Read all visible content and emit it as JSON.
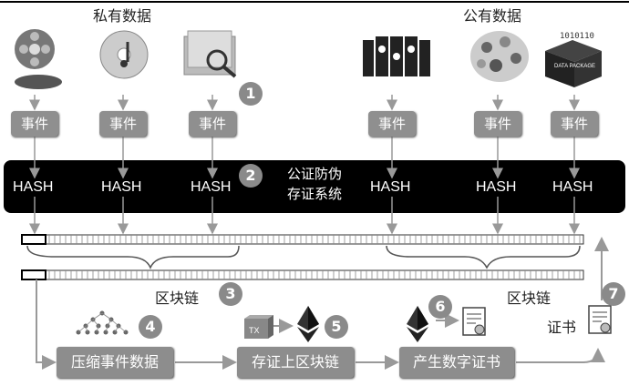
{
  "headers": {
    "private": "私有数据",
    "public": "公有数据"
  },
  "icons": {
    "private": [
      "film-reel-icon",
      "music-cd-icon",
      "folder-search-icon"
    ],
    "public": [
      "cloud-servers-icon",
      "app-globe-icon",
      "data-package-icon"
    ],
    "misc": [
      "merkle-tree-icon",
      "tx-cube-icon",
      "ethereum-icon",
      "certificate-icon"
    ]
  },
  "events": [
    "事件",
    "事件",
    "事件",
    "事件",
    "事件",
    "事件"
  ],
  "hash_label": "HASH",
  "system": {
    "line1": "公证防伪",
    "line2": "存证系统"
  },
  "chain_label_left": "区块链",
  "chain_label_right": "区块链",
  "steps": [
    "1",
    "2",
    "3",
    "4",
    "5",
    "6",
    "7"
  ],
  "process": {
    "compress": "压缩事件数据",
    "store": "存证上区块链",
    "generate": "产生数字证书"
  },
  "tx_label": "TX",
  "cert_label": "证书",
  "logo_text": {
    "data_package": "DATA PACKAGE"
  }
}
